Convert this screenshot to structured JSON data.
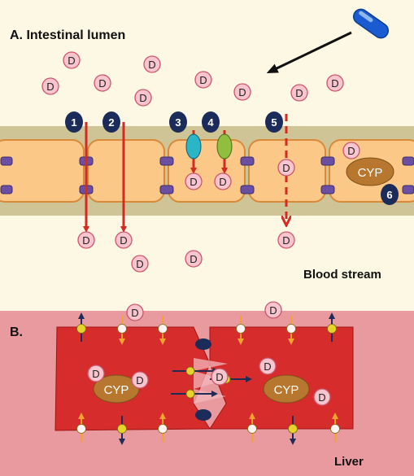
{
  "panel_a": {
    "title": "A.  Intestinal lumen",
    "blood_label": "Blood stream",
    "drug_letter": "D",
    "enzyme_label": "CYP",
    "pathway_numbers": [
      "1",
      "2",
      "3",
      "4",
      "5",
      "6"
    ]
  },
  "panel_b": {
    "title": "B.",
    "organ_label": "Liver",
    "drug_letter": "D",
    "enzyme_label_left": "CYP",
    "enzyme_label_right": "CYP"
  },
  "colors": {
    "lumen_bg": "#fdf8e4",
    "membrane_band": "#cfc495",
    "cell_fill": "#fbc887",
    "cell_stroke": "#d8893a",
    "tight_junction": "#6a4fa3",
    "pathway_badge": "#1c2c5a",
    "drug_fill": "#f8c4cd",
    "drug_stroke": "#c9566a",
    "arrow_red": "#d42a22",
    "cyp_fill": "#b8772e",
    "liver_bg": "#e89a9e",
    "hepatocyte": "#d62c2c",
    "transporter_yellow": "#e6d32b",
    "arrow_orange": "#f0a330",
    "arrow_navy": "#1f2d56"
  }
}
